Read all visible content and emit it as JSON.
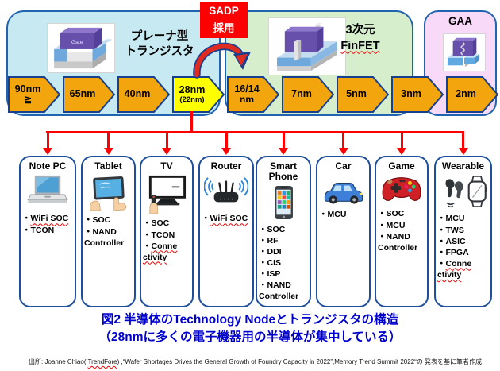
{
  "top": {
    "sadp_line1": "SADP",
    "sadp_line2": "採用",
    "planar": {
      "label_line1": "プレーナ型",
      "label_line2": "トランジスタ",
      "gate_text": "Gate"
    },
    "finfet": {
      "label_line1": "3次元",
      "label_line2": "FinFET"
    },
    "gaa": {
      "label": "GAA"
    }
  },
  "nodes": [
    {
      "label": "90nm",
      "sub": "≧",
      "highlight": false
    },
    {
      "label": "65nm",
      "highlight": false
    },
    {
      "label": "40nm",
      "highlight": false
    },
    {
      "label": "28nm",
      "sub": "(22nm)",
      "sub_small": true,
      "highlight": true
    },
    {
      "label": "16/14",
      "sub": "nm",
      "highlight": false
    },
    {
      "label": "7nm",
      "highlight": false
    },
    {
      "label": "5nm",
      "highlight": false
    },
    {
      "label": "3nm",
      "highlight": false
    },
    {
      "label": "2nm",
      "highlight": false
    }
  ],
  "devices": [
    {
      "title": "Note PC",
      "icon": "laptop-icon",
      "chips": [
        {
          "text": "WiFi SOC",
          "wavy": true
        },
        {
          "text": "TCON"
        }
      ]
    },
    {
      "title": "Tablet",
      "icon": "tablet-icon",
      "chips": [
        {
          "text": "SOC"
        },
        {
          "text": "NAND"
        },
        {
          "text": "Controller",
          "cont": true
        }
      ]
    },
    {
      "title": "TV",
      "icon": "tv-icon",
      "chips": [
        {
          "text": "SOC"
        },
        {
          "text": "TCON"
        },
        {
          "text": "Conne",
          "wavy": true
        },
        {
          "text": "ctivity",
          "cont": true,
          "wavy": true
        }
      ]
    },
    {
      "title": "Router",
      "icon": "router-icon",
      "chips": [
        {
          "text": "WiFi SOC",
          "wavy": true
        }
      ]
    },
    {
      "title": "Smart Phone",
      "icon": "smartphone-icon",
      "chips": [
        {
          "text": "SOC"
        },
        {
          "text": "RF"
        },
        {
          "text": "DDI"
        },
        {
          "text": "CIS"
        },
        {
          "text": "ISP"
        },
        {
          "text": "NAND"
        },
        {
          "text": "Controller",
          "cont": true
        }
      ]
    },
    {
      "title": "Car",
      "icon": "car-icon",
      "chips": [
        {
          "text": "MCU"
        }
      ]
    },
    {
      "title": "Game",
      "icon": "gamepad-icon",
      "chips": [
        {
          "text": "SOC"
        },
        {
          "text": "MCU"
        },
        {
          "text": "NAND"
        },
        {
          "text": "Controller",
          "cont": true
        }
      ]
    },
    {
      "title": "Wearable",
      "icon": "earbuds-watch-icon",
      "chips": [
        {
          "text": "MCU"
        },
        {
          "text": "TWS"
        },
        {
          "text": "ASIC"
        },
        {
          "text": "FPGA"
        },
        {
          "text": "Conne",
          "wavy": true
        },
        {
          "text": "ctivity",
          "cont": true,
          "wavy": true
        }
      ]
    }
  ],
  "caption": {
    "line1": "図2  半導体のTechnology Nodeとトランジスタの構造",
    "line2": "（28nmに多くの電子機器用の半導体が集中している）"
  },
  "source": {
    "prefix": "出所: Joanne Chiao( ",
    "wavy_word": "TrendFore",
    "suffix": ") ,“Wafer Shortages Drives the General Growth of Foundry Capacity in 2022”,Memory Trend Summit 2022“の 発表を基に筆者作成"
  },
  "colors": {
    "node_fill": "#F2A50C",
    "node_highlight": "#FFFF00",
    "node_border": "#17418E",
    "group_border": "#2063AE",
    "planar_bg": "#C7E9F2",
    "finfet_bg": "#D7EECD",
    "gaa_bg": "#F9D9F8",
    "device_border": "#1E4F9C",
    "connector_red": "#FF0000",
    "sadp_bg": "#FF0000",
    "caption_blue": "#0000CC"
  }
}
